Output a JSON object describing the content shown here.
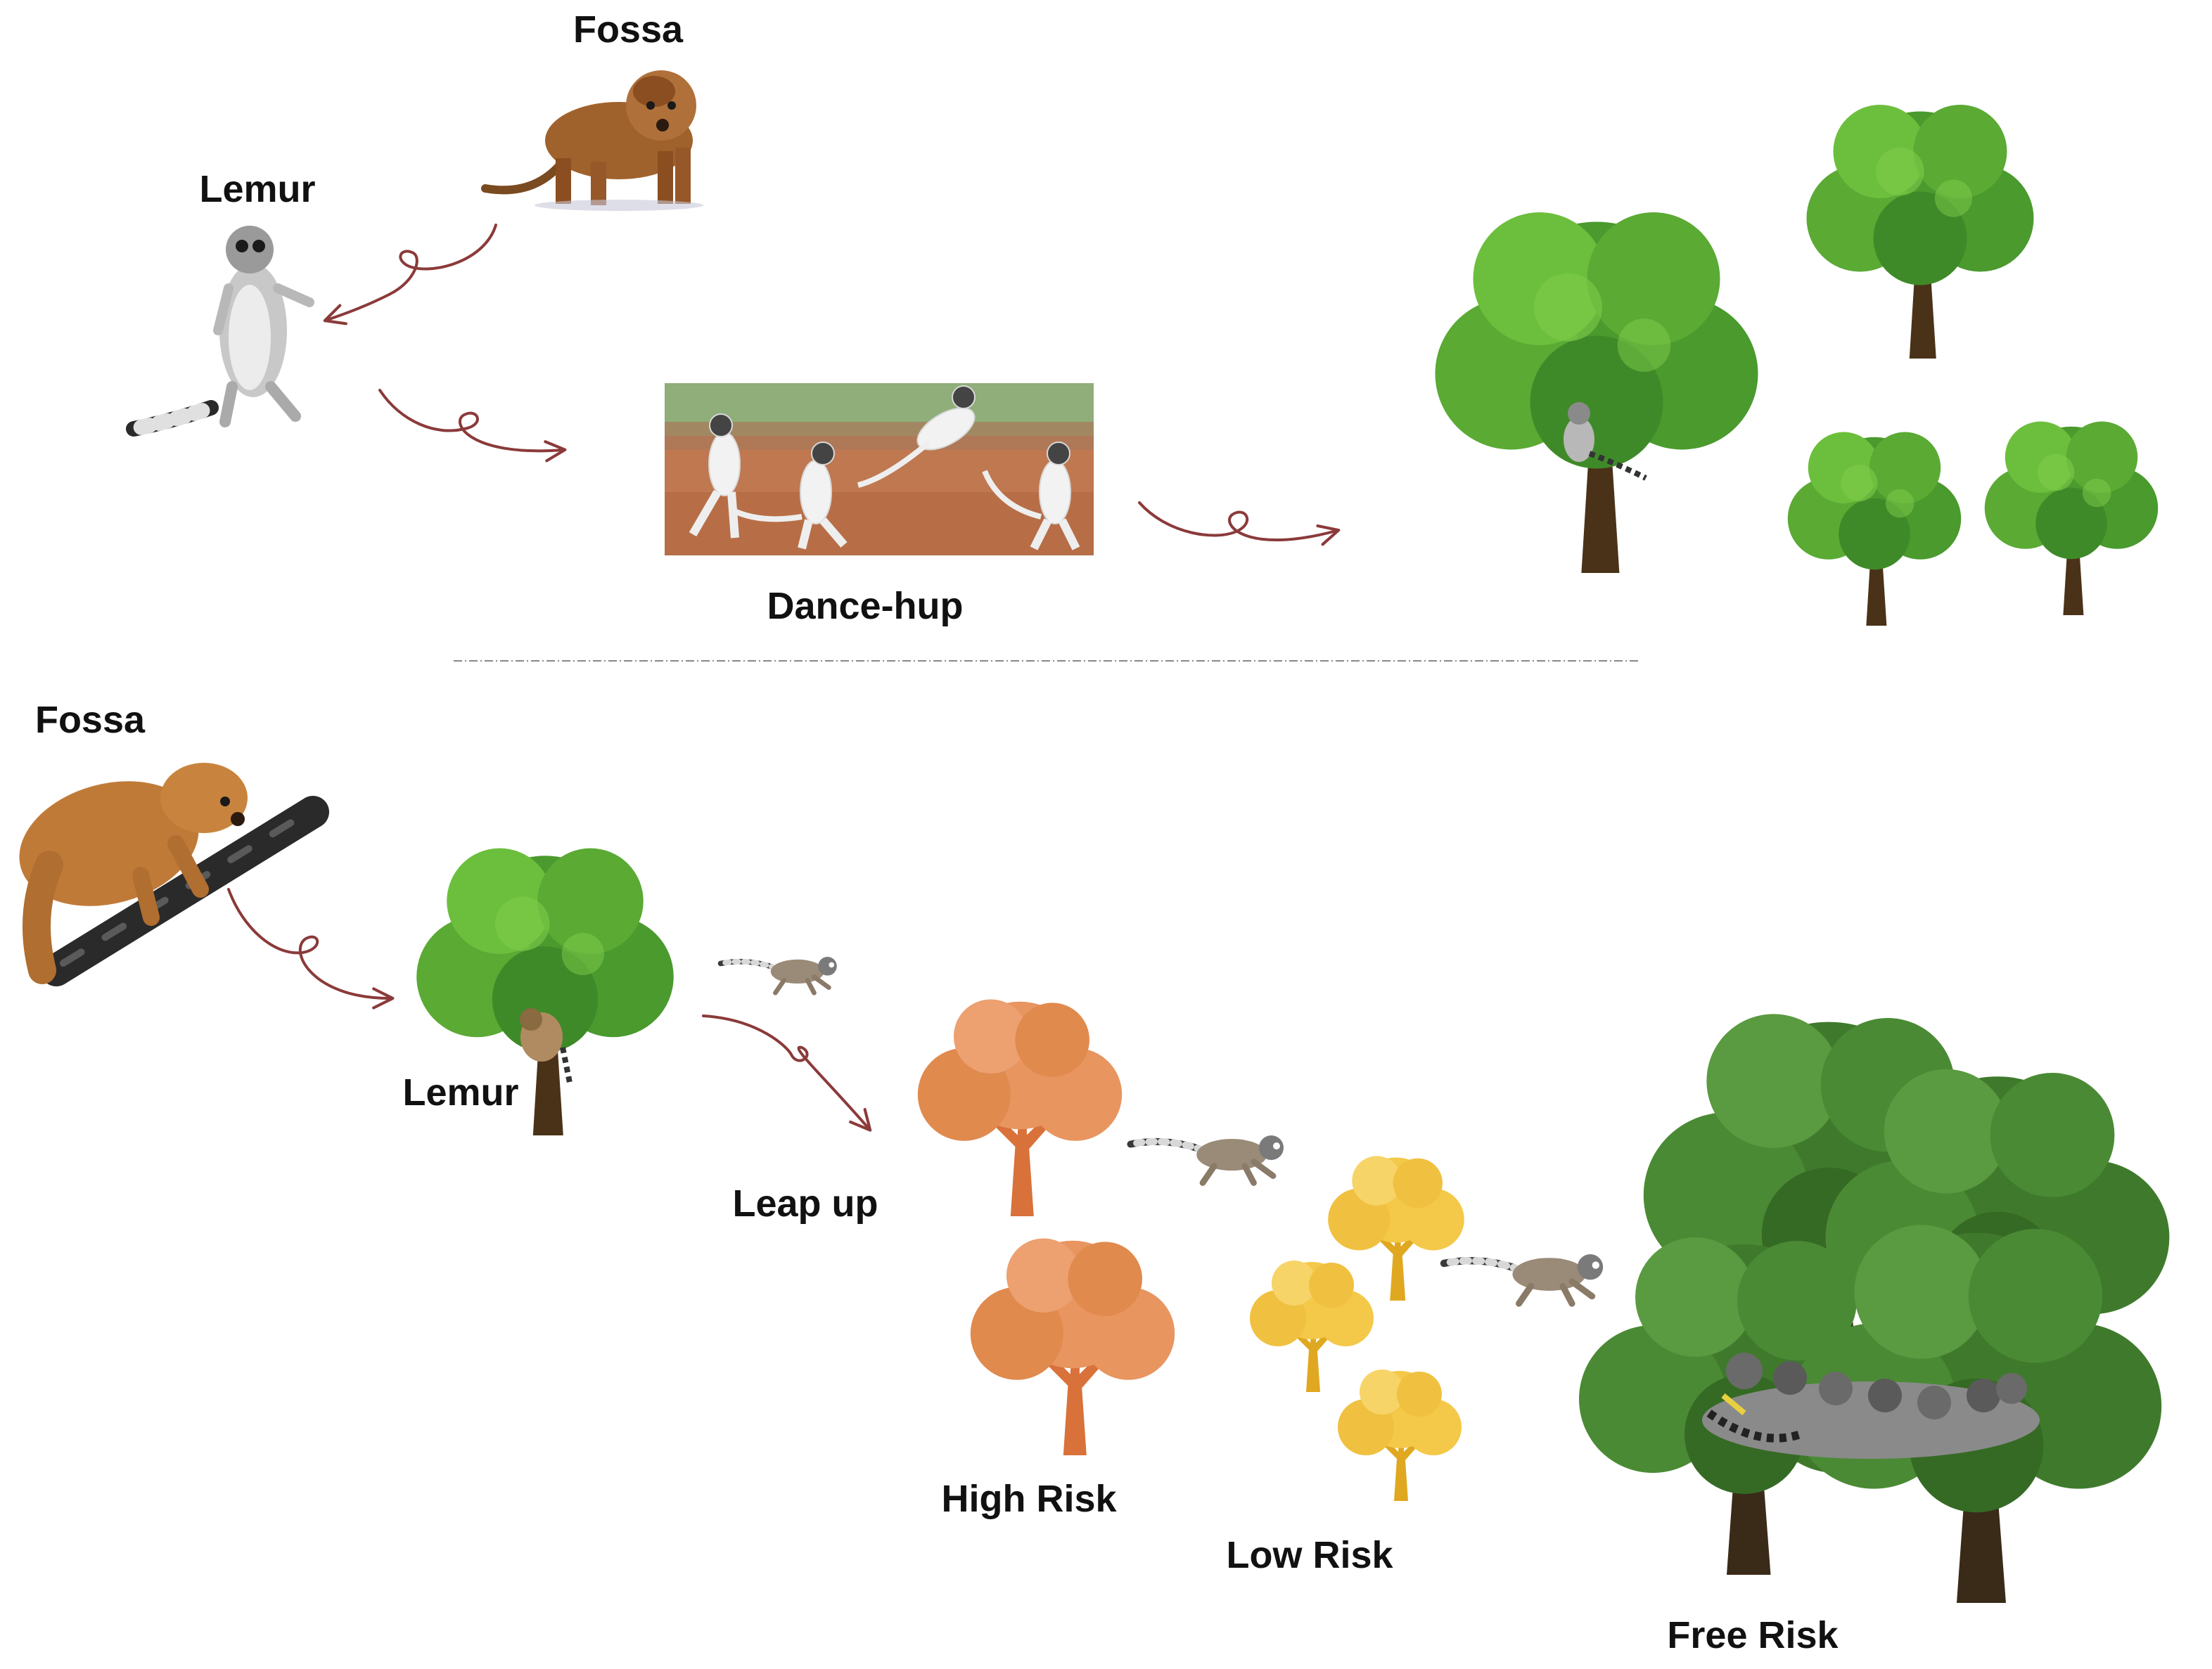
{
  "top": {
    "fossa_label": "Fossa",
    "lemur_label": "Lemur",
    "dance_label": "Dance-hup"
  },
  "bottom": {
    "fossa_label": "Fossa",
    "lemur_label": "Lemur",
    "leap_label": "Leap up",
    "high_risk_label": "High Risk",
    "low_risk_label": "Low Risk",
    "free_risk_label": "Free Risk"
  },
  "colors": {
    "arrow": "#8b3a3a",
    "tree_green": "#4a9a2e",
    "tree_green_light": "#6cbf3c",
    "tree_dark": "#3f7a2c",
    "trunk": "#4a3218",
    "high_risk_tree": "#e08a4e",
    "low_risk_tree": "#f0c040",
    "fossa": "#a0622c",
    "lemur": "#8c8c8c"
  }
}
